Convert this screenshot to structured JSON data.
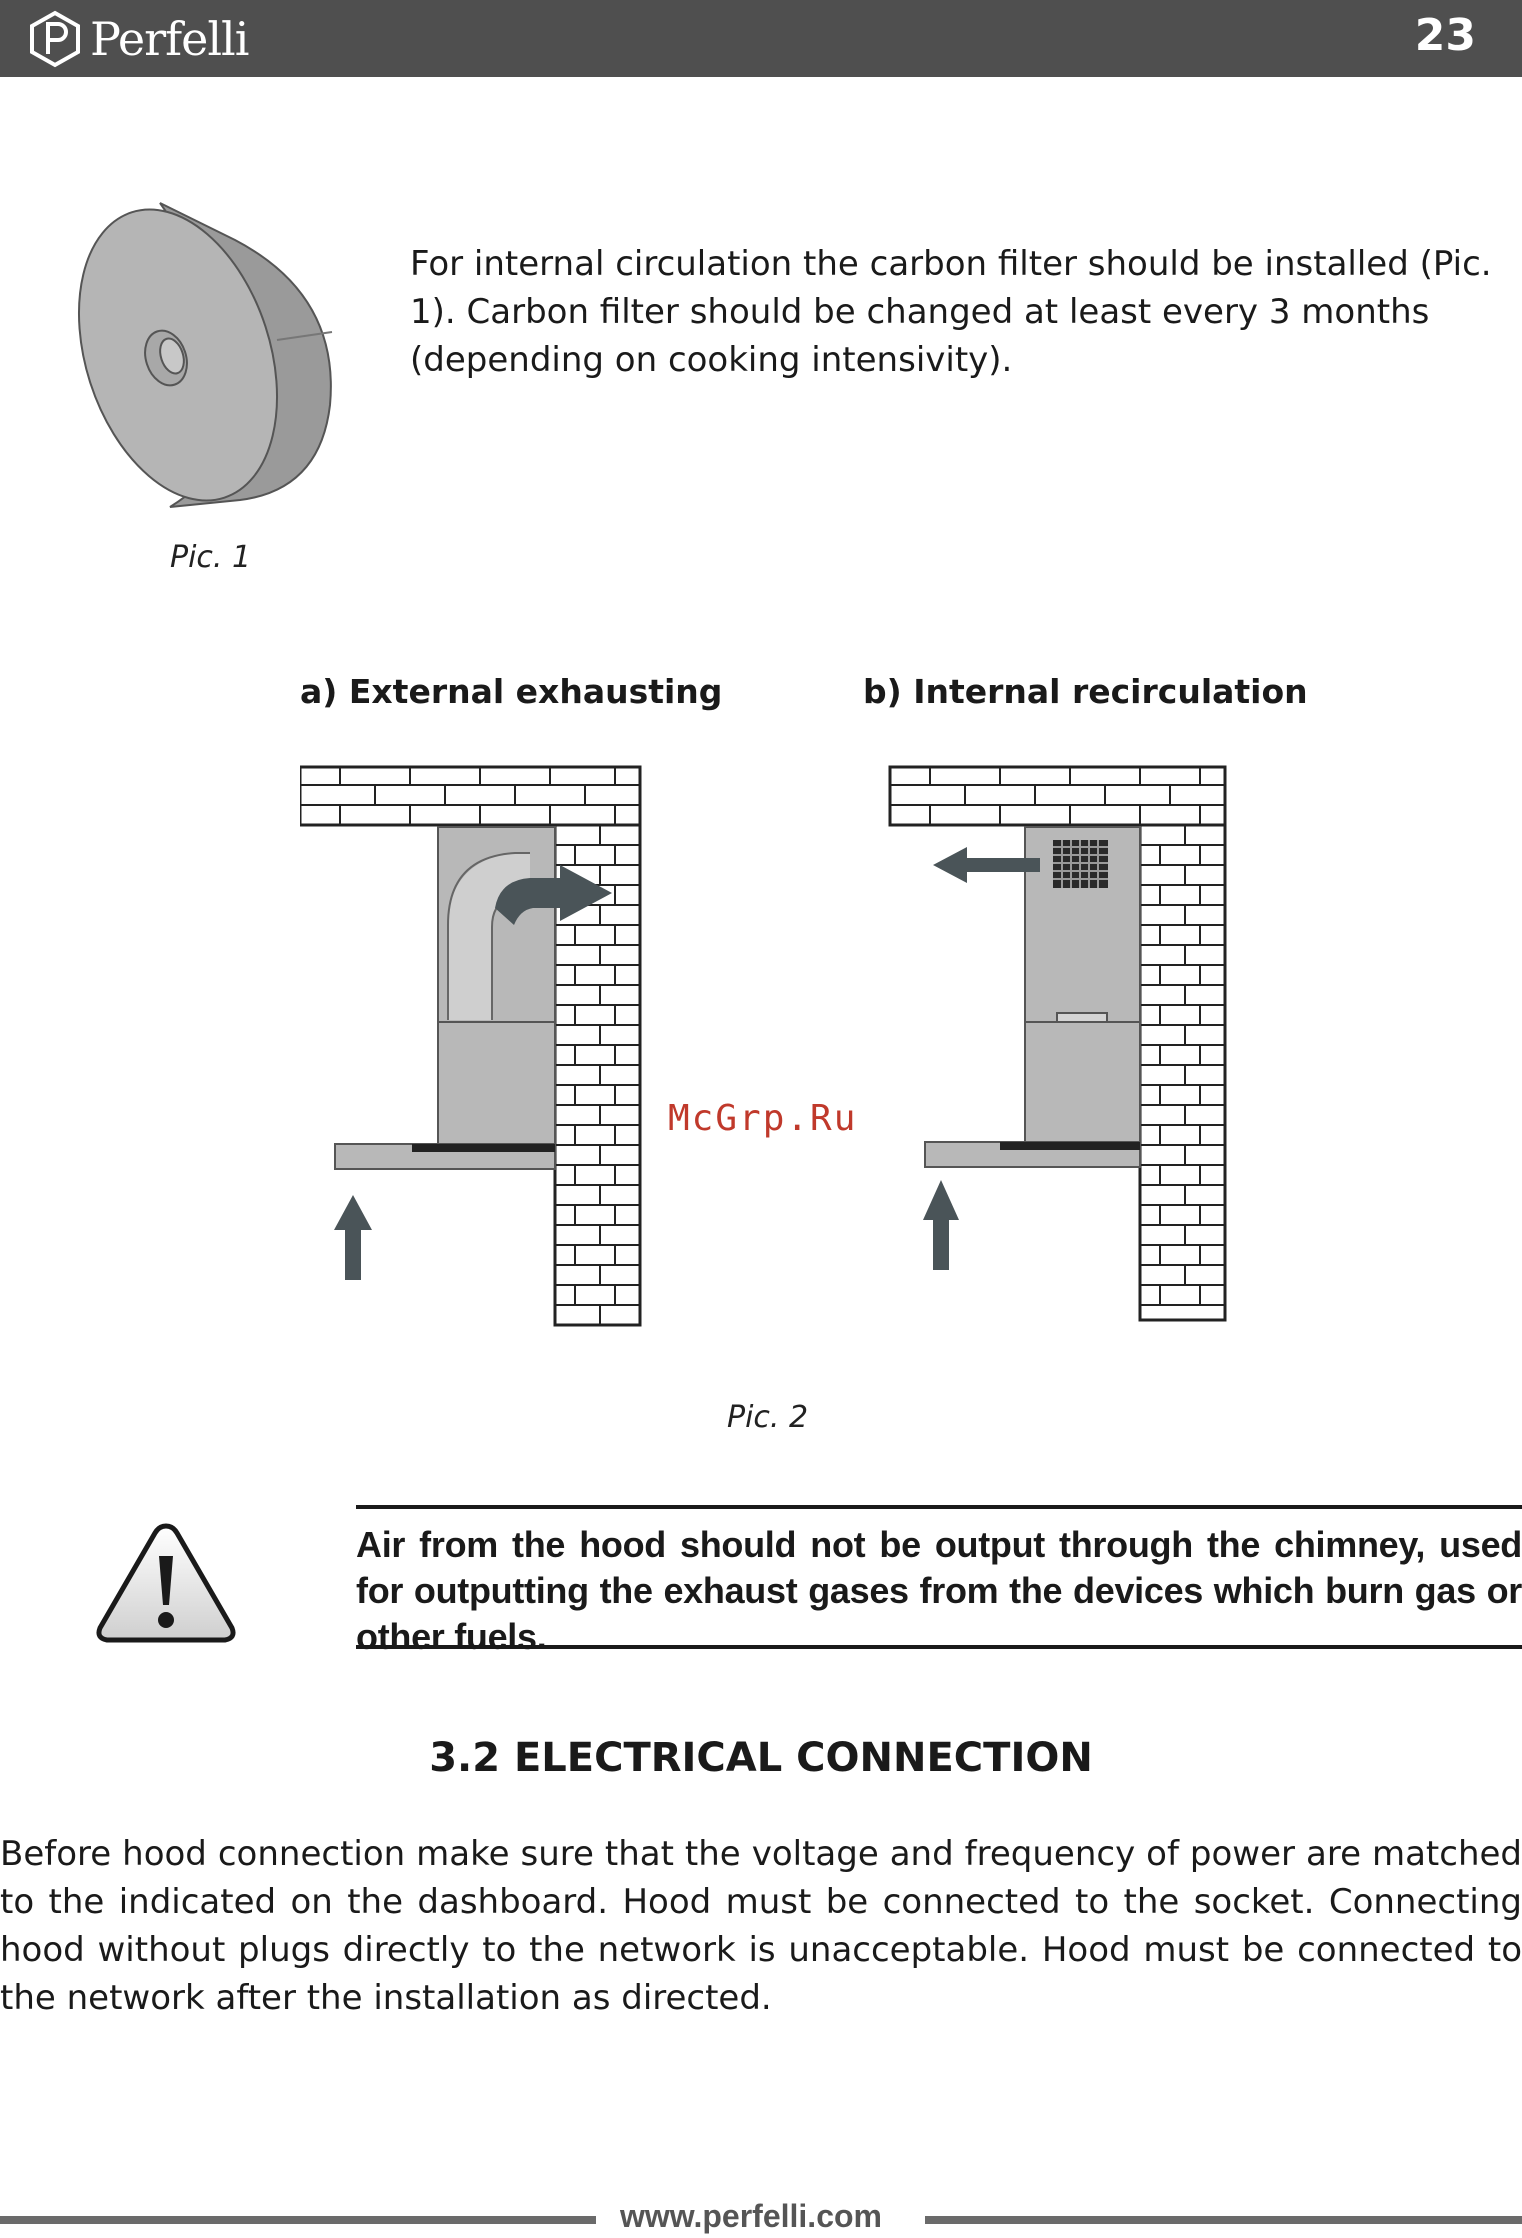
{
  "header": {
    "brand": "Perfelli",
    "page_number": "23"
  },
  "pic1": {
    "intro_text": "For internal circulation the carbon filter should be installed (Pic. 1). Carbon filter should be changed at least every 3 months (depending on cooking intensivity).",
    "caption": "Pic. 1"
  },
  "pic2": {
    "title_a": "a) External exhausting",
    "title_b": "b) Internal recirculation",
    "caption": "Pic. 2"
  },
  "watermark": "McGrp.Ru",
  "warning": {
    "text": "Air from the hood should not be output through the chimney, used for outputting the exhaust gases from the devices which burn gas or other fuels."
  },
  "section": {
    "heading": "3.2 ELECTRICAL CONNECTION",
    "body": "Before hood connection make sure that the voltage and frequency of power are matched to the indicated on the dashboard. Hood must be connected to the socket. Connecting hood without plugs directly to the network is unacceptable. Hood must be connected to the network after the installation as directed."
  },
  "footer": {
    "url": "www.perfelli.com"
  },
  "colors": {
    "header_bg": "#4f4f4f",
    "hood_gray": "#b8b8b8",
    "arrow_gray": "#4a5458",
    "watermark": "#c0392b"
  }
}
